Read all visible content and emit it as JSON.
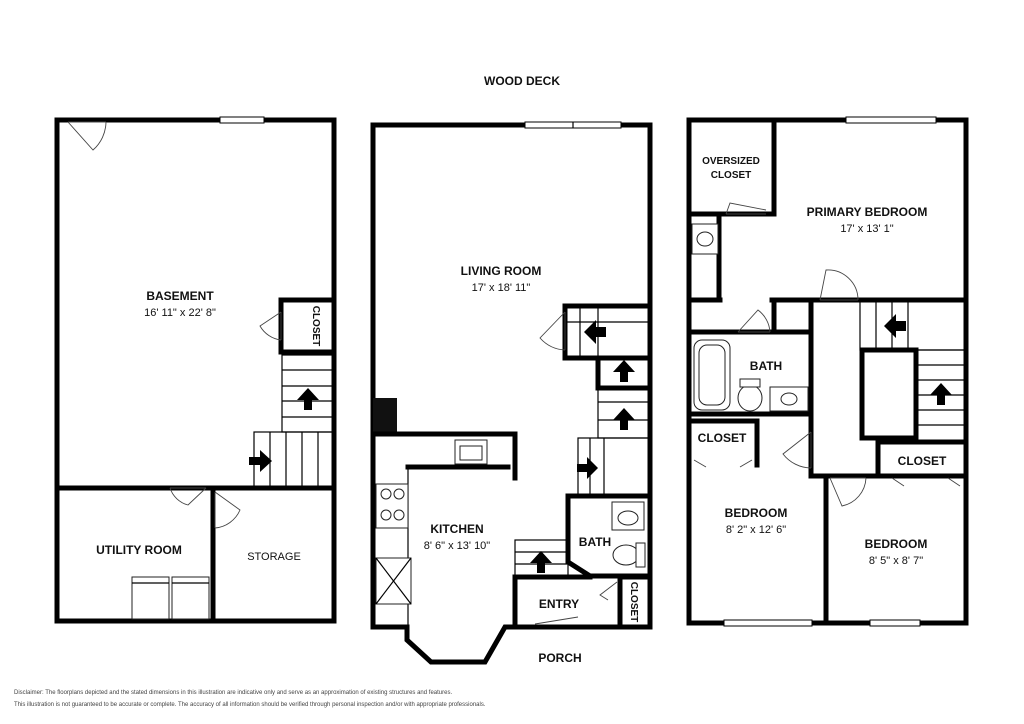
{
  "labels": {
    "wood_deck": "WOOD DECK",
    "porch": "PORCH",
    "basement": "BASEMENT",
    "basement_dim": "16' 11\" x 22' 8\"",
    "closet_basement": "CLOSET",
    "utility_room": "UTILITY ROOM",
    "storage": "STORAGE",
    "living_room": "LIVING ROOM",
    "living_room_dim": "17' x 18' 11\"",
    "kitchen": "KITCHEN",
    "kitchen_dim": "8' 6\" x 13' 10\"",
    "bath_main": "BATH",
    "entry": "ENTRY",
    "closet_entry": "CLOSET",
    "oversized_closet_1": "OVERSIZED",
    "oversized_closet_2": "CLOSET",
    "primary_bedroom": "PRIMARY BEDROOM",
    "primary_bedroom_dim": "17' x 13' 1\"",
    "bath_upper": "BATH",
    "closet_upper_left": "CLOSET",
    "closet_upper_right": "CLOSET",
    "bedroom_2": "BEDROOM",
    "bedroom_2_dim": "8' 2\" x 12' 6\"",
    "bedroom_3": "BEDROOM",
    "bedroom_3_dim": "8' 5\" x 8' 7\""
  },
  "disclaimer": {
    "line1": "Disclaimer: The floorplans depicted and the stated dimensions in this illustration are indicative only and serve as an approximation of existing structures and features.",
    "line2": "This illustration is not guaranteed to be accurate or complete. The accuracy of all information should be verified through personal inspection and/or with appropriate professionals."
  }
}
